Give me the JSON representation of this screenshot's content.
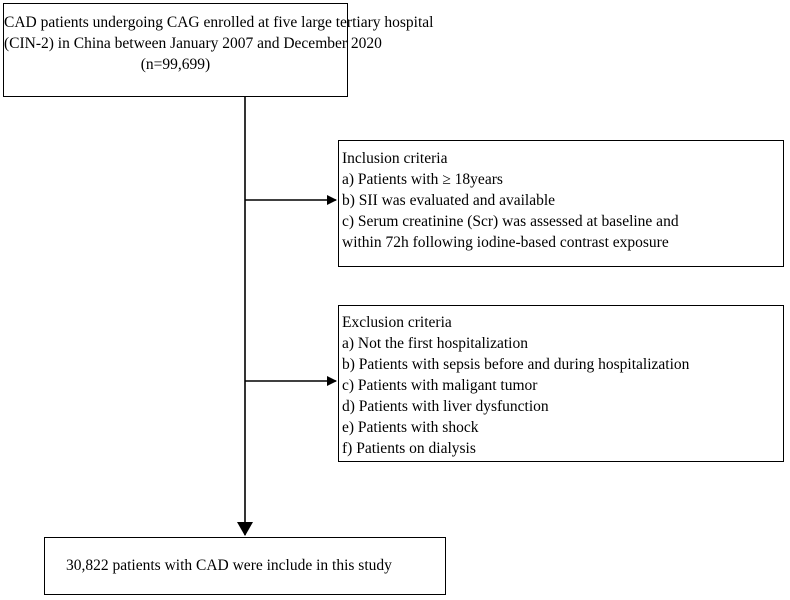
{
  "top_box": {
    "lines": [
      "CAD patients undergoing CAG enrolled at five large tertiary hospital",
      "(CIN-2) in China between January 2007 and December 2020",
      "(n=99,699)"
    ]
  },
  "inclusion": {
    "title": "Inclusion criteria",
    "items": [
      "a)   Patients with ≥ 18years",
      "b)   SII was evaluated and available",
      "c)   Serum creatinine (Scr) was assessed at baseline and",
      "within 72h following iodine-based contrast exposure"
    ]
  },
  "exclusion": {
    "title": "Exclusion criteria",
    "items": [
      "a)   Not the first hospitalization",
      "b)  Patients with sepsis before and during hospitalization",
      "c)  Patients with maligant tumor",
      "d)  Patients with liver dysfunction",
      "e)  Patients with shock",
      "f)  Patients on dialysis"
    ]
  },
  "bottom_box": {
    "text": "30,822 patients with CAD were include in this study"
  }
}
